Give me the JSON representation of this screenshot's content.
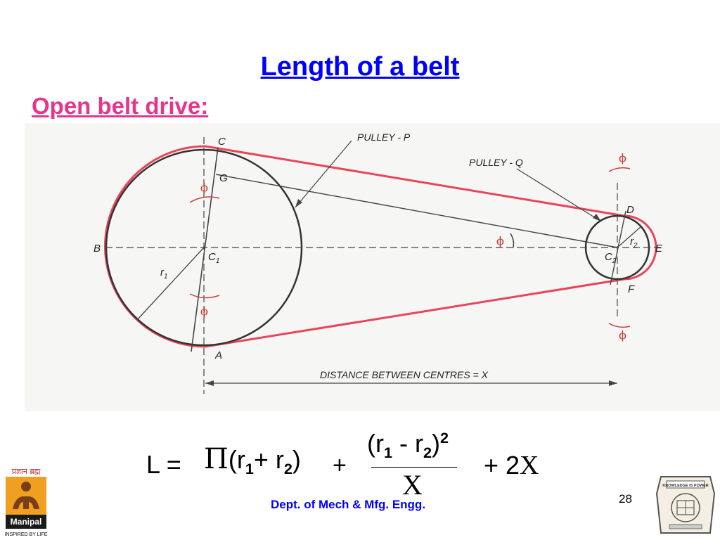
{
  "slide": {
    "title": "Length of a belt",
    "subtitle": "Open belt drive:",
    "page_number": "28",
    "department": "Dept. of Mech & Mfg. Engg."
  },
  "diagram": {
    "pulley_p_label": "PULLEY - P",
    "pulley_q_label": "PULLEY - Q",
    "distance_label": "DISTANCE BETWEEN CENTRES = X",
    "points": {
      "A": "A",
      "B": "B",
      "C": "C",
      "D": "D",
      "E": "E",
      "F": "F",
      "G": "G",
      "C1": "C",
      "C1_sub": "1",
      "C2": "C",
      "C2_sub": "2"
    },
    "radii": {
      "r1": "r",
      "r1_sub": "1",
      "r2": "r",
      "r2_sub": "2"
    },
    "angle_symbol": "ϕ",
    "colors": {
      "belt": "#e8455a",
      "pulley": "#333333",
      "construction": "#444444"
    }
  },
  "formula": {
    "lhs": "L =",
    "pi": "Π",
    "open_paren": "(r",
    "sub1": "1",
    "plus_r": "+ r",
    "sub2": "2",
    "close_paren": ")",
    "plus": "+",
    "num_open": "(r",
    "num_sub1": "1",
    "num_minus": " - r",
    "num_sub2": "2",
    "num_close": ")",
    "num_sup": "2",
    "denominator": "X",
    "last_prefix": "+ 2",
    "last_x": "X"
  },
  "logos": {
    "left_text": "Manipal",
    "left_hindi": "प्रज्ञान ब्रह्म",
    "left_tagline": "INSPIRED BY LIFE",
    "right_text": "KNOWLEDGE IS POWER"
  }
}
